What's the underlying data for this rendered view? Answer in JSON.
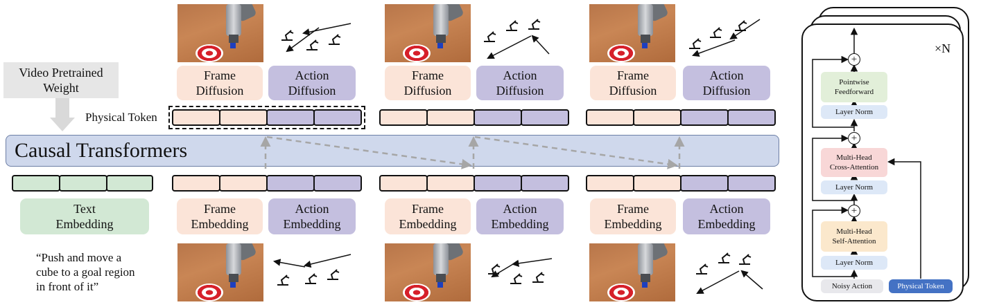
{
  "labels": {
    "video_weight": "Video Pretrained\nWeight",
    "physical_token": "Physical Token",
    "causal_transformers": "Causal Transformers",
    "frame_diffusion": "Frame\nDiffusion",
    "action_diffusion": "Action\nDiffusion",
    "frame_embedding": "Frame\nEmbedding",
    "action_embedding": "Action\nEmbedding",
    "text_embedding": "Text\nEmbedding",
    "instruction": "“Push and move a\ncube to a goal region\nin front of it”"
  },
  "block": {
    "repeat": "×N",
    "pointwise_ff": "Pointwise\nFeedforward",
    "layer_norm": "Layer Norm",
    "cross_attention": "Multi-Head\nCross-Attention",
    "self_attention": "Multi-Head\nSelf-Attention",
    "noisy_action": "Noisy Action",
    "physical_token": "Physical Token",
    "plus": "+"
  },
  "colors": {
    "frame": "#fbe4d8",
    "action": "#c4bfdf",
    "text": "#d2e8d4",
    "transformer": "#cfd8ec",
    "feedforward": "#e2efd9",
    "layer_norm": "#dde8f7",
    "cross_attention": "#f8d7d7",
    "self_attention": "#fbe8cc",
    "noisy_action": "#e8e8ec",
    "physical_token": "#4472c4"
  }
}
